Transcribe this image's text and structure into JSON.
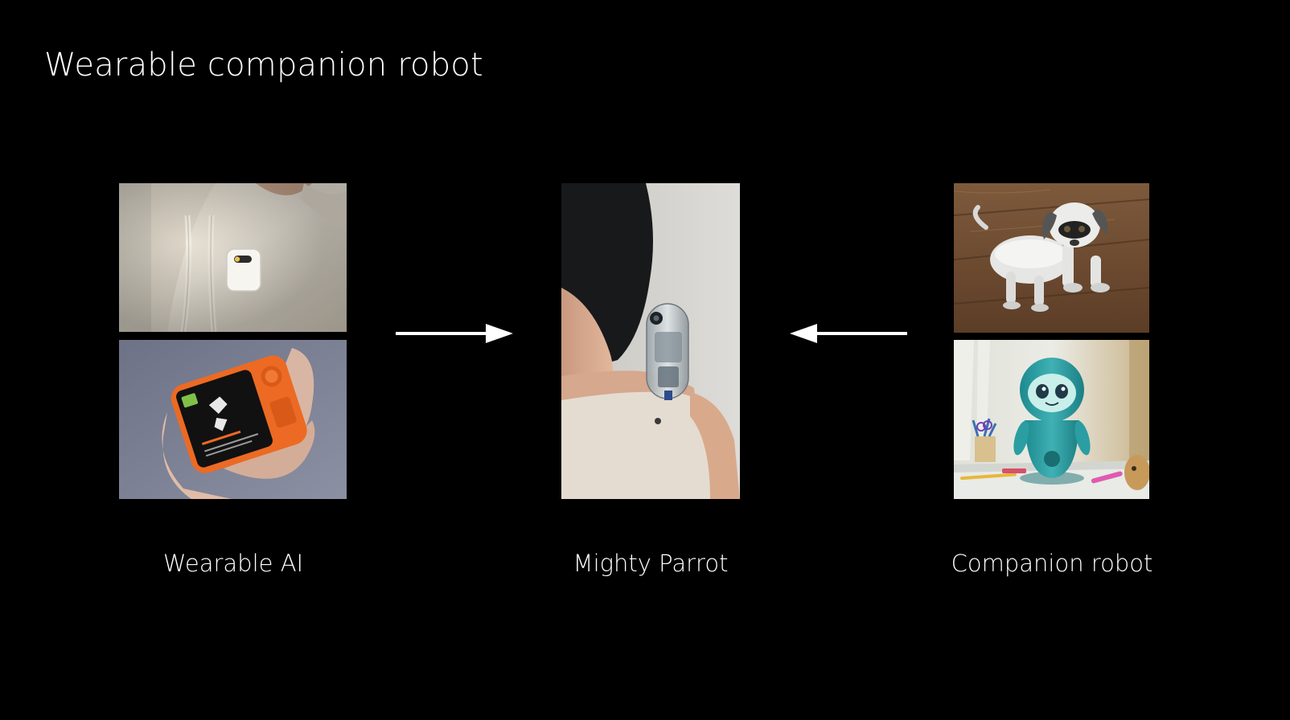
{
  "title": "Wearable companion robot",
  "columns": {
    "left": {
      "caption": "Wearable AI",
      "photos": [
        "clip-on-ai-pin-on-hoodie",
        "orange-handheld-ai-device"
      ]
    },
    "center": {
      "caption": "Mighty Parrot",
      "photos": [
        "shoulder-mounted-transparent-robot"
      ]
    },
    "right": {
      "caption": "Companion robot",
      "photos": [
        "robot-dog-on-wooden-floor",
        "teal-desktop-companion-robot"
      ]
    }
  },
  "arrows": {
    "left_to_center": "arrow-right-icon",
    "right_to_center": "arrow-left-icon"
  },
  "colors": {
    "background": "#000000",
    "text": "#ffffff",
    "arrow": "#ffffff"
  }
}
